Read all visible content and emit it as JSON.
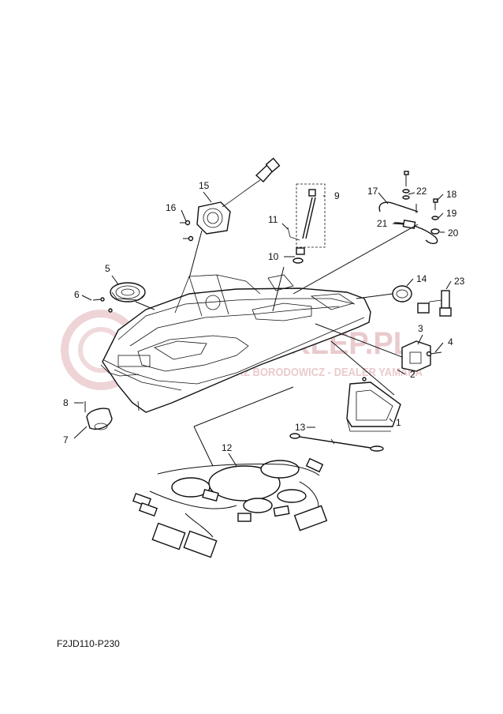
{
  "drawing_code": "F2JD110-P230",
  "watermark": {
    "brand_text": "YAMASKLEP.PL",
    "sub_text": "IWONA JERZ BORODOWICZ - DEALER YAMAHA",
    "color": "#d9a0a5"
  },
  "callouts": [
    {
      "id": "c1",
      "label": "1"
    },
    {
      "id": "c2",
      "label": "2"
    },
    {
      "id": "c3",
      "label": "3"
    },
    {
      "id": "c4",
      "label": "4"
    },
    {
      "id": "c5",
      "label": "5"
    },
    {
      "id": "c6",
      "label": "6"
    },
    {
      "id": "c7",
      "label": "7"
    },
    {
      "id": "c8",
      "label": "8"
    },
    {
      "id": "c9",
      "label": "9"
    },
    {
      "id": "c10",
      "label": "10"
    },
    {
      "id": "c11",
      "label": "11"
    },
    {
      "id": "c12",
      "label": "12"
    },
    {
      "id": "c13",
      "label": "13"
    },
    {
      "id": "c14",
      "label": "14"
    },
    {
      "id": "c15",
      "label": "15"
    },
    {
      "id": "c16",
      "label": "16"
    },
    {
      "id": "c17",
      "label": "17"
    },
    {
      "id": "c18",
      "label": "18"
    },
    {
      "id": "c19",
      "label": "19"
    },
    {
      "id": "c20",
      "label": "20"
    },
    {
      "id": "c21",
      "label": "21"
    },
    {
      "id": "c22",
      "label": "22"
    },
    {
      "id": "c23",
      "label": "23"
    }
  ]
}
